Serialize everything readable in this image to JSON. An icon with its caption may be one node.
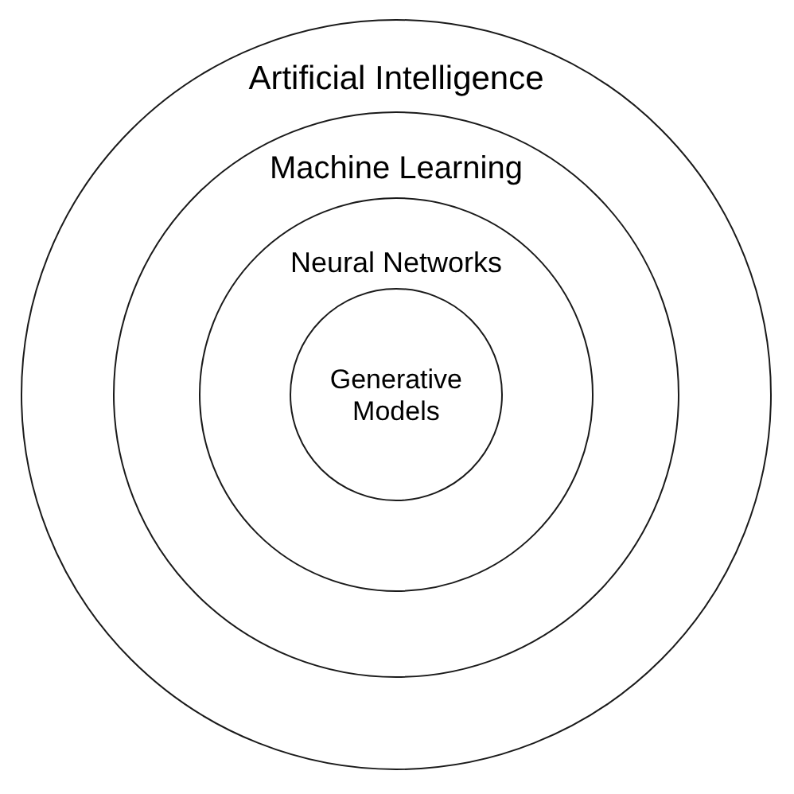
{
  "diagram": {
    "nodes": [
      {
        "text": [
          "Artificial Intelligence"
        ]
      },
      {
        "text": [
          "Machine Learning"
        ],
        "in": 0
      },
      {
        "text": [
          "Neural Networks"
        ],
        "in": 1
      },
      {
        "text": [
          "Generative Models"
        ],
        "in": 2
      }
    ]
  }
}
